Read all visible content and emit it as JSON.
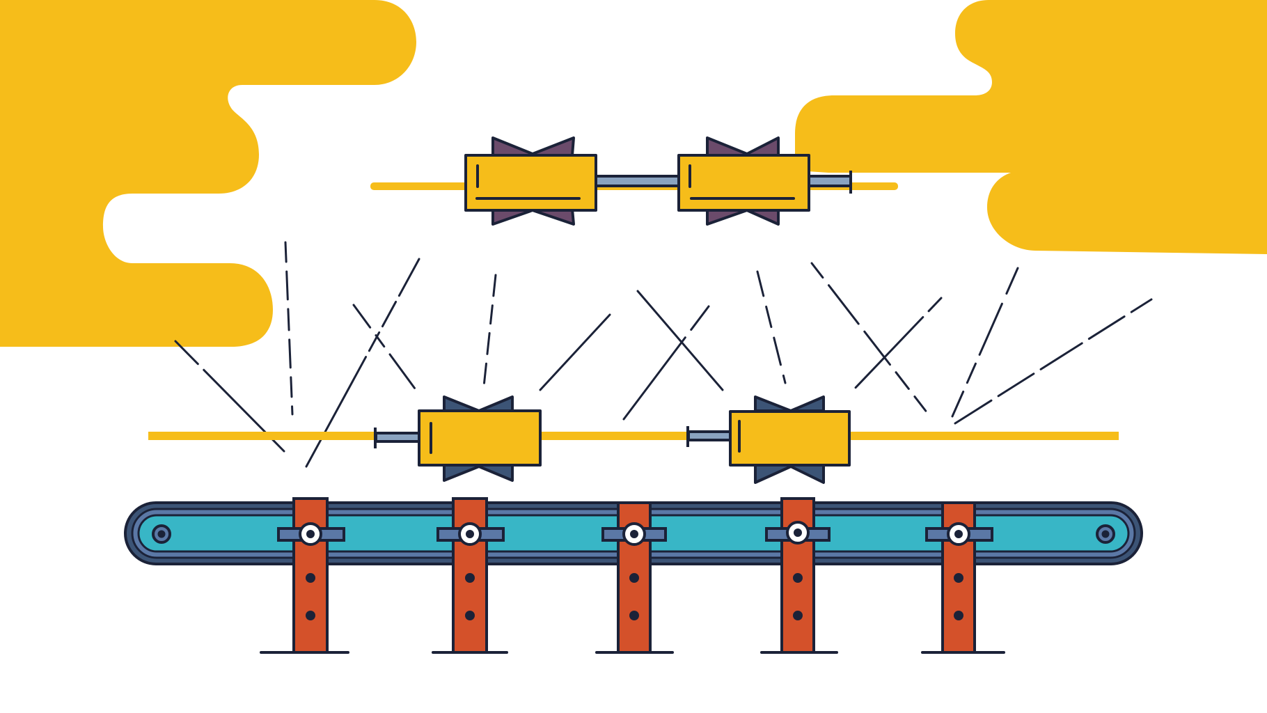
{
  "illustration": {
    "subject": "robotic-pistons-over-conveyor-belt",
    "text": "",
    "colors": {
      "background": "#ffffff",
      "cloud": "#f6bd1a",
      "outline": "#1b2238",
      "piston_body": "#f6bd1a",
      "upper_fins": "#6b4b6b",
      "lower_fins": "#3c5476",
      "rod": "#8aa3c0",
      "belt_fill": "#38b6c6",
      "belt_frame": "#3c5476",
      "belt_inner_stripe": "#5b78a6",
      "support_legs": "#d4512a",
      "bolt_center": "#ffffff"
    },
    "icons": {
      "clouds": "cloud-shape",
      "pistons": "piston-icon",
      "belt": "conveyor-belt-icon",
      "bolts": "bolt-icon",
      "motion_lines": "motion-lines"
    },
    "counts": {
      "pistons": 4,
      "support_legs": 5,
      "motion_lines": 14
    }
  }
}
